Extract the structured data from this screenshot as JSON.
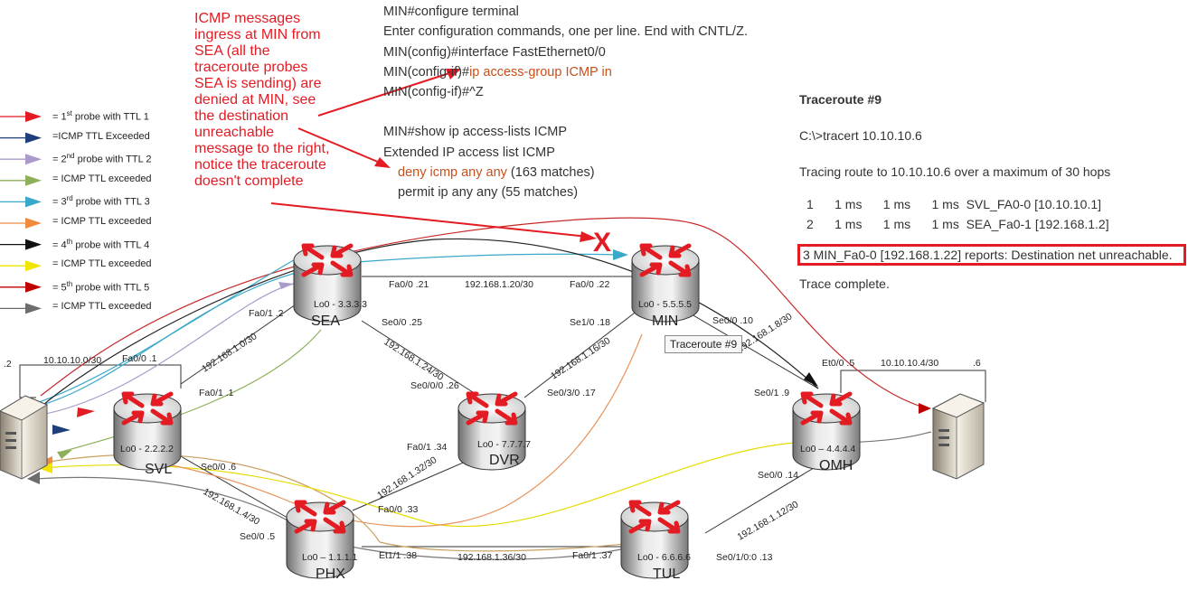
{
  "annotation": {
    "text": "ICMP messages ingress at MIN from SEA (all the traceroute probes SEA is sending) are denied at MIN, see the destination unreachable message to the right, notice the traceroute doesn't complete"
  },
  "cli": [
    {
      "text": "MIN#configure terminal",
      "hl": ""
    },
    {
      "text": "Enter configuration commands, one per line.  End with CNTL/Z.",
      "hl": ""
    },
    {
      "text": "MIN(config)#interface FastEthernet0/0",
      "hl": ""
    },
    {
      "text": "MIN(config-if)#",
      "hl": "ip access-group ICMP in"
    },
    {
      "text": "MIN(config-if)#^Z",
      "hl": ""
    },
    {
      "text": "",
      "hl": ""
    },
    {
      "text": "MIN#show ip access-lists ICMP",
      "hl": ""
    },
    {
      "text": "Extended IP access list ICMP",
      "hl": ""
    },
    {
      "text": " (163 matches)",
      "hl": "deny icmp any any",
      "indent": true
    },
    {
      "text": "permit ip any any (55 matches)",
      "hl": "",
      "indent": true
    }
  ],
  "traceroute": {
    "title": "Traceroute #9",
    "command": "C:\\>tracert 10.10.10.6",
    "tracing": "Tracing route to 10.10.10.6 over a maximum of 30 hops",
    "hops": [
      "1      1 ms      1 ms      1 ms  SVL_FA0-0 [10.10.10.1]",
      "2      1 ms      1 ms      1 ms  SEA_Fa0-1 [192.168.1.2]"
    ],
    "unreachable": "3  MIN_Fa0-0 [192.168.1.22]  reports: Destination net unreachable.",
    "complete": "Trace complete."
  },
  "tooltip": "Traceroute #9",
  "legend": [
    {
      "pre": "= 1",
      "sup": "st",
      "post": " probe with TTL 1",
      "color": "#e31b23"
    },
    {
      "pre": "=ICMP TTL Exceeded",
      "sup": "",
      "post": "",
      "color": "#1f3f7a"
    },
    {
      "pre": "= 2",
      "sup": "nd",
      "post": " probe with TTL 2",
      "color": "#a99ac9"
    },
    {
      "pre": "= ICMP TTL exceeded",
      "sup": "",
      "post": "",
      "color": "#8db05a"
    },
    {
      "pre": "= 3",
      "sup": "rd",
      "post": " probe with TTL 3",
      "color": "#3aa8c8"
    },
    {
      "pre": "= ICMP TTL exceeded",
      "sup": "",
      "post": "",
      "color": "#f08a3c"
    },
    {
      "pre": "= 4",
      "sup": "th",
      "post": " probe with TTL 4",
      "color": "#111111"
    },
    {
      "pre": "= ICMP TTL exceeded",
      "sup": "",
      "post": "",
      "color": "#f2e600"
    },
    {
      "pre": "= 5",
      "sup": "th",
      "post": " probe with TTL 5",
      "color": "#c00000"
    },
    {
      "pre": "= ICMP TTL exceeded",
      "sup": "",
      "post": "",
      "color": "#6d6d6d"
    }
  ],
  "routers": [
    {
      "id": "sea",
      "name": "SEA",
      "loopback": "Lo0 - 3.3.3.3"
    },
    {
      "id": "min",
      "name": "MIN",
      "loopback": "Lo0 - 5.5.5.5"
    },
    {
      "id": "svl",
      "name": "SVL",
      "loopback": "Lo0 - 2.2.2.2"
    },
    {
      "id": "dvr",
      "name": "DVR",
      "loopback": "Lo0 - 7.7.7.7"
    },
    {
      "id": "omh",
      "name": "OMH",
      "loopback": "Lo0 – 4.4.4.4"
    },
    {
      "id": "phx",
      "name": "PHX",
      "loopback": "Lo0 – 1.1.1.1"
    },
    {
      "id": "tul",
      "name": "TUL",
      "loopback": "Lo0 - 6.6.6.6"
    }
  ],
  "labels": {
    "sea_fa00": "Fa0/0   .21",
    "net_sea_min": "192.168.1.20/30",
    "min_fa00": "Fa0/0   .22",
    "sea_fa01": "Fa0/1   .2",
    "sea_se00": "Se0/0   .25",
    "net_svl_sea": "192.168.1.0/30",
    "net_sea_dvr": "192.168.1.24/30",
    "min_se10": "Se1/0   .18",
    "min_se00": "Se0/0   .10",
    "net_min_dvr": "192.168.1.16/30",
    "net_min_omh": "192.168.1.8/30",
    "svl_fa00": "Fa0/0   .1",
    "net_lan_left": "10.10.10.0/30",
    "left_host": ".2",
    "svl_fa01": "Fa0/1   .1",
    "dvr_se000": "Se0/0/0   .26",
    "dvr_se030": "Se0/3/0   .17",
    "omh_et00": "Et0/0   .5",
    "net_lan_right": "10.10.10.4/30",
    "right_host": ".6",
    "omh_se01": "Se0/1   .9",
    "dvr_fa01": "Fa0/1   .34",
    "svl_se00": "Se0/0   .6",
    "net_dvr_phx": "192.168.1.32/30",
    "net_svl_phx": "192.168.1.4/30",
    "phx_se00": "Se0/0   .5",
    "phx_fa00": "Fa0/0   .33",
    "omh_se00": "Se0/0   .14",
    "net_omh_tul": "192.168.1.12/30",
    "phx_et11": "Et1/1   .38",
    "net_phx_tul": "192.168.1.36/30",
    "tul_fa01": "Fa0/1   .37",
    "tul_se010": "Se0/1/0:0   .13",
    "cross_mark": "X"
  }
}
